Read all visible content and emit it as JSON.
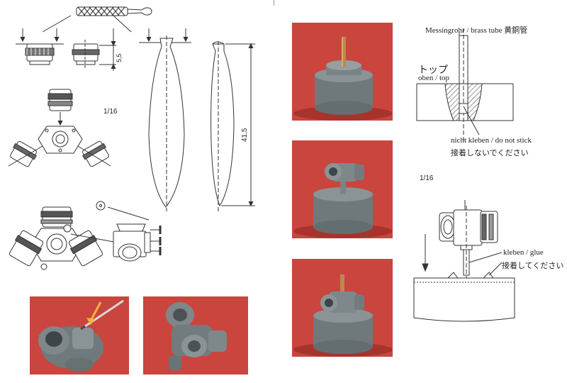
{
  "left_page": {
    "scale_label_1": "1/16",
    "dim_short": "5,5",
    "dim_long": "41,5"
  },
  "right_page": {
    "brass_tube_label": "Messingrohr / brass tube 黄銅管",
    "top_jp": "トップ",
    "top_label": "oben / top",
    "no_stick_label": "nicht kleben / do not stick",
    "no_stick_jp": "接着しないでください",
    "scale_label_2": "1/16",
    "glue_label": "kleben / glue",
    "glue_jp": "接着してください"
  },
  "colors": {
    "photo_bg": "#c9453e",
    "part_grey": "#7e888a",
    "brass": "#b98a4e",
    "line": "#333333",
    "arrow_yellow": "#f3b53a"
  },
  "icons": [
    "file-tool-icon",
    "down-arrow-icon",
    "yellow-arrow-icon"
  ]
}
